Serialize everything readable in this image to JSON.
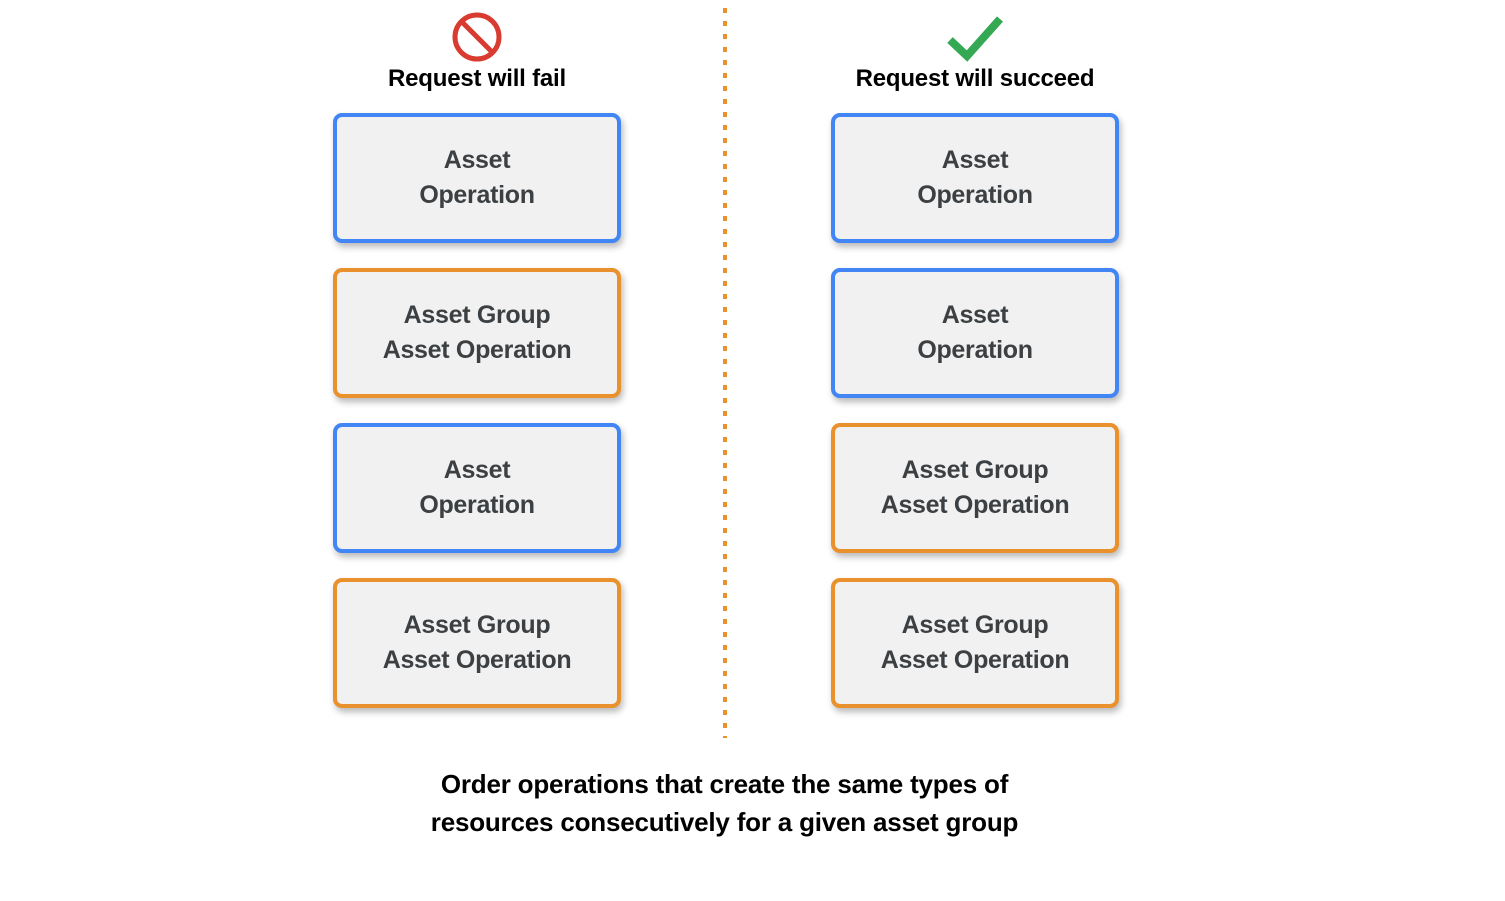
{
  "diagram": {
    "divider": {
      "name": "vertical-dotted-divider",
      "color": "#e8912d",
      "style": "dotted"
    },
    "caption": "Order operations that create the same types of\nresources consecutively for a given asset group",
    "colors": {
      "blue_border": "#4285f4",
      "orange_border": "#e8912d",
      "box_fill": "#f1f1f1",
      "box_text": "#3c4043",
      "fail_icon": "#d93b30",
      "succeed_icon": "#34a853",
      "heading_text": "#000000"
    },
    "columns": [
      {
        "id": "fail",
        "icon": "prohibition-icon",
        "icon_color": "#d93b30",
        "title": "Request will fail",
        "boxes": [
          {
            "label": "Asset\nOperation",
            "variant": "blue"
          },
          {
            "label": "Asset Group\nAsset Operation",
            "variant": "orange"
          },
          {
            "label": "Asset\nOperation",
            "variant": "blue"
          },
          {
            "label": "Asset Group\nAsset Operation",
            "variant": "orange"
          }
        ]
      },
      {
        "id": "succeed",
        "icon": "checkmark-icon",
        "icon_color": "#34a853",
        "title": "Request will succeed",
        "boxes": [
          {
            "label": "Asset\nOperation",
            "variant": "blue"
          },
          {
            "label": "Asset\nOperation",
            "variant": "blue"
          },
          {
            "label": "Asset Group\nAsset Operation",
            "variant": "orange"
          },
          {
            "label": "Asset Group\nAsset Operation",
            "variant": "orange"
          }
        ]
      }
    ]
  }
}
